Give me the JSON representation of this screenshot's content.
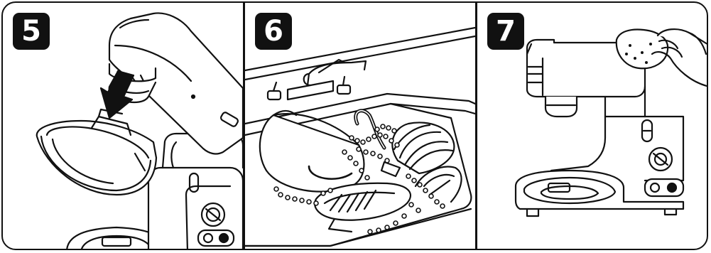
{
  "steps": [
    {
      "number": "5"
    },
    {
      "number": "6"
    },
    {
      "number": "7"
    }
  ]
}
